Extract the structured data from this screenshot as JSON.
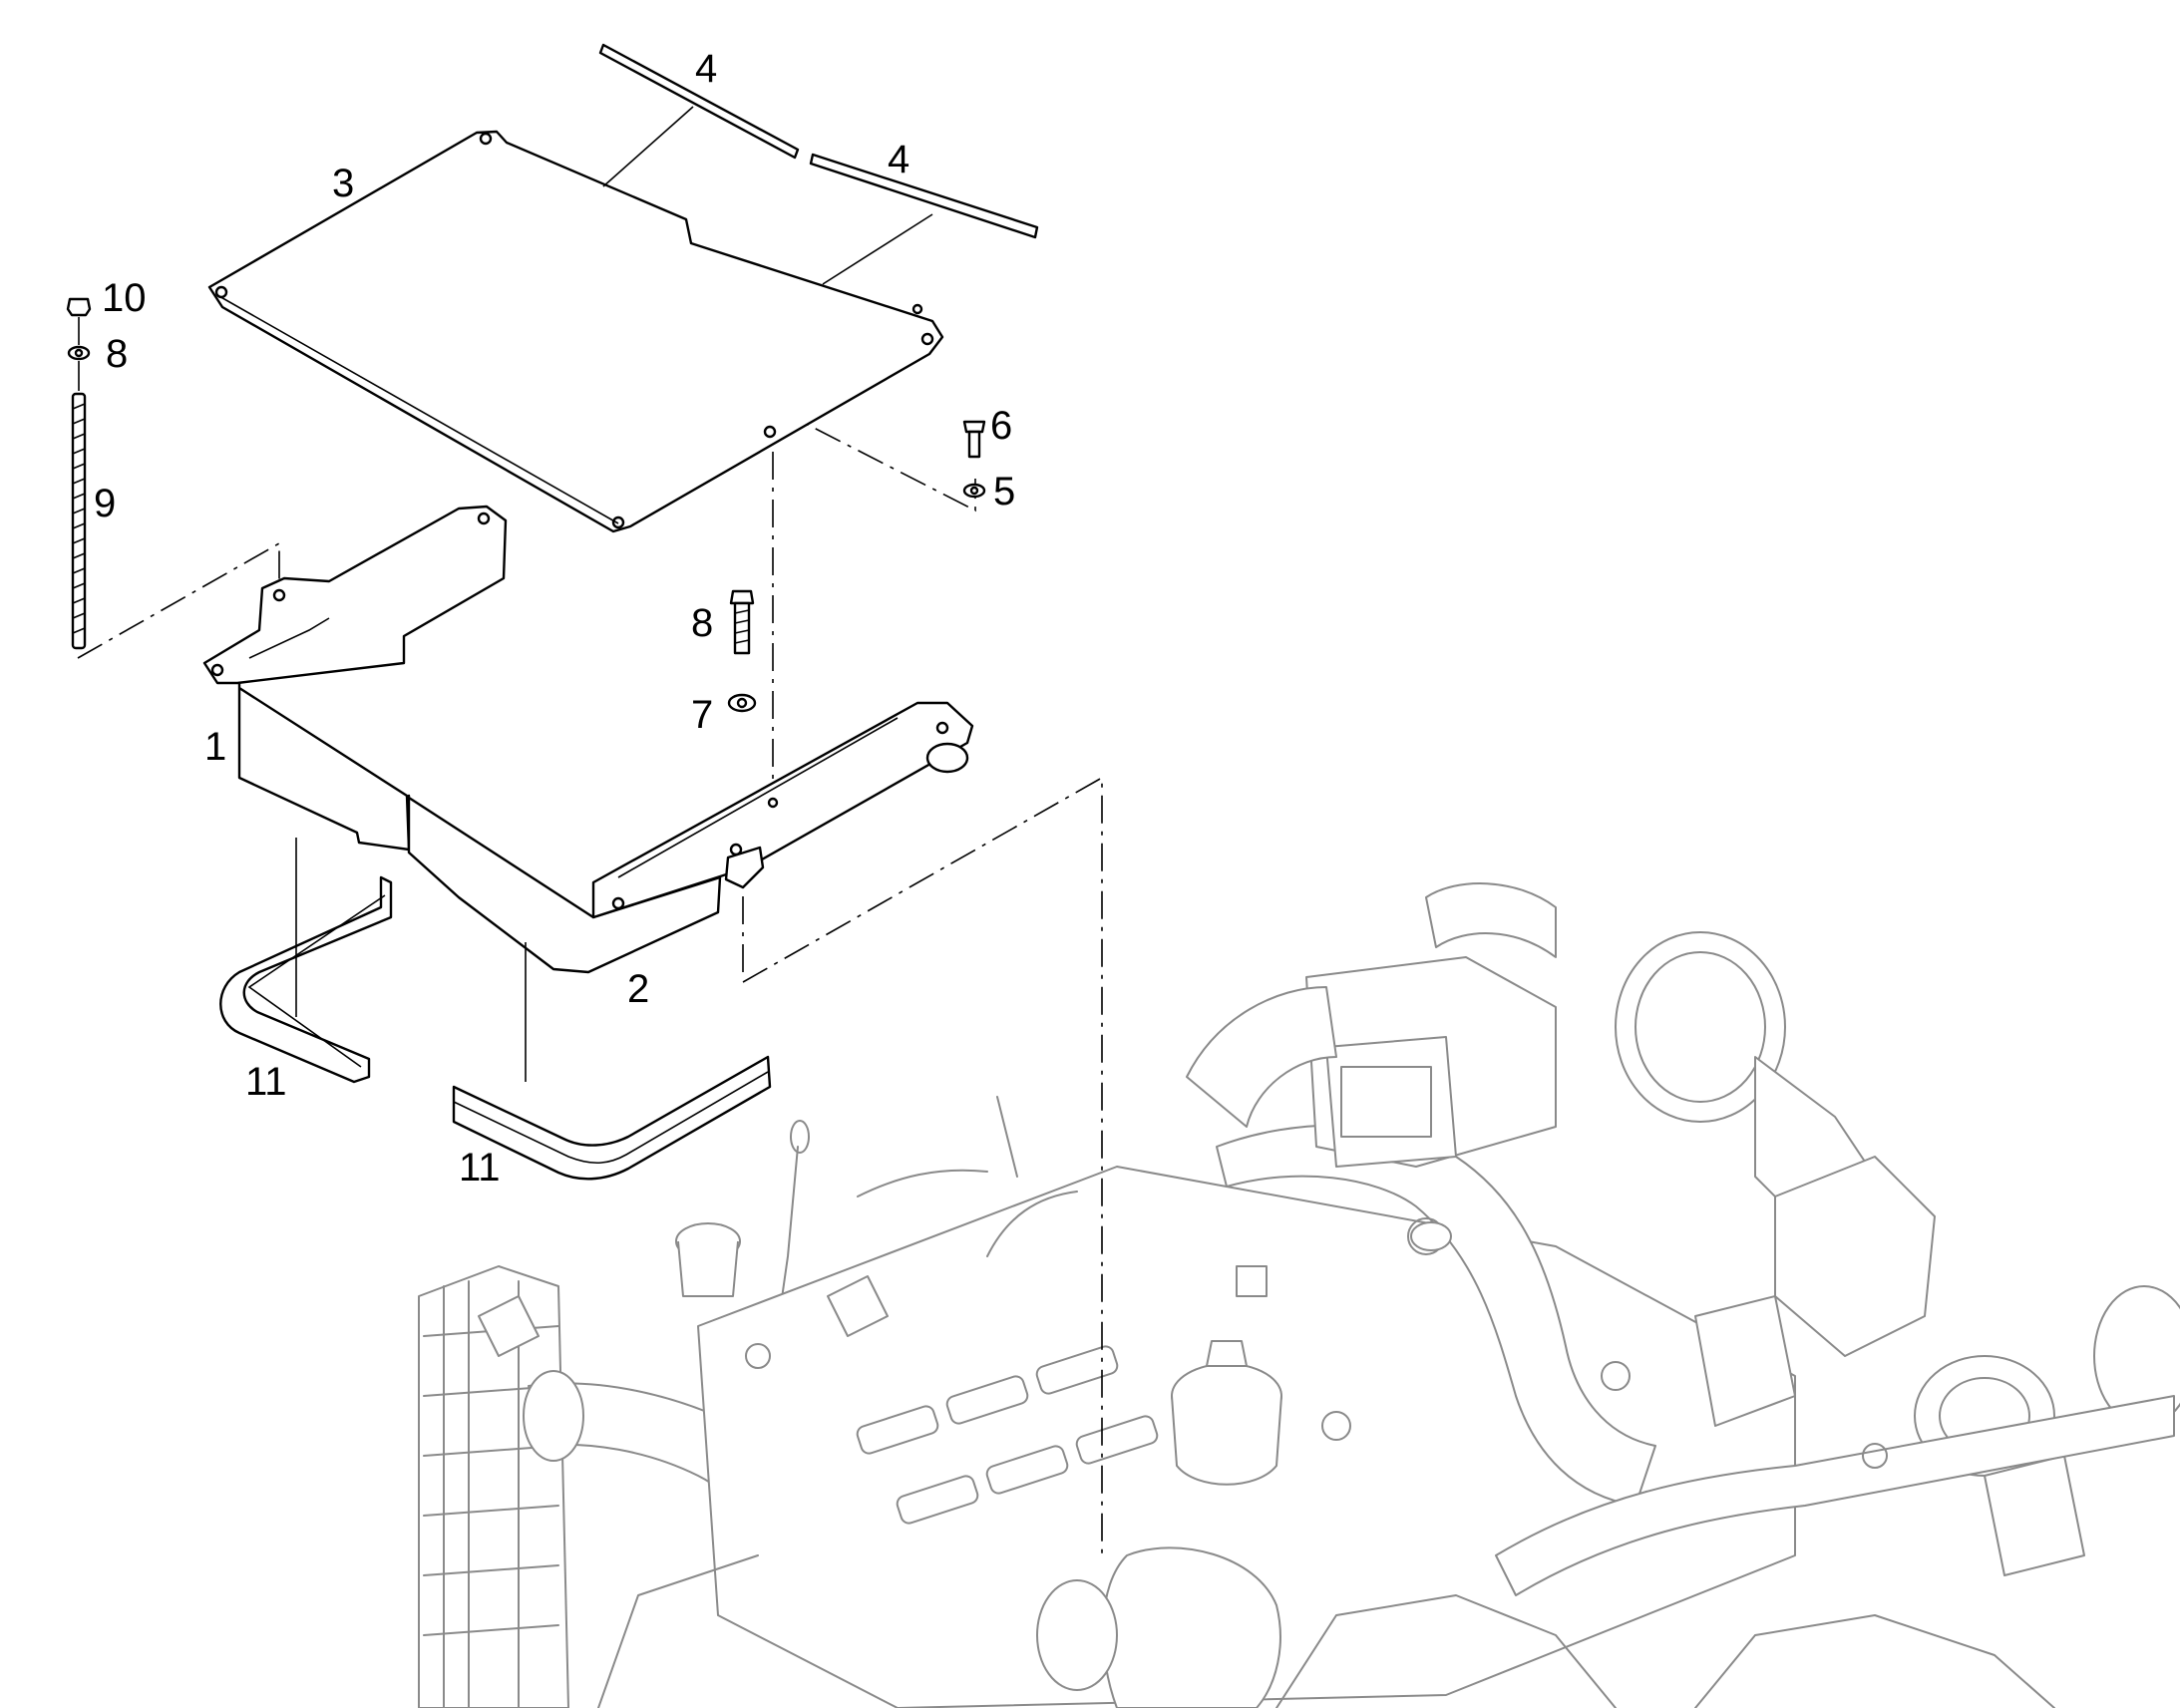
{
  "callouts": [
    {
      "id": "c4a",
      "text": "4"
    },
    {
      "id": "c4b",
      "text": "4"
    },
    {
      "id": "c3",
      "text": "3"
    },
    {
      "id": "c10",
      "text": "10"
    },
    {
      "id": "c8a",
      "text": "8"
    },
    {
      "id": "c9",
      "text": "9"
    },
    {
      "id": "c6",
      "text": "6"
    },
    {
      "id": "c5",
      "text": "5"
    },
    {
      "id": "c8b",
      "text": "8"
    },
    {
      "id": "c7",
      "text": "7"
    },
    {
      "id": "c1",
      "text": "1"
    },
    {
      "id": "c2",
      "text": "2"
    },
    {
      "id": "c11a",
      "text": "11"
    },
    {
      "id": "c11b",
      "text": "11"
    }
  ]
}
